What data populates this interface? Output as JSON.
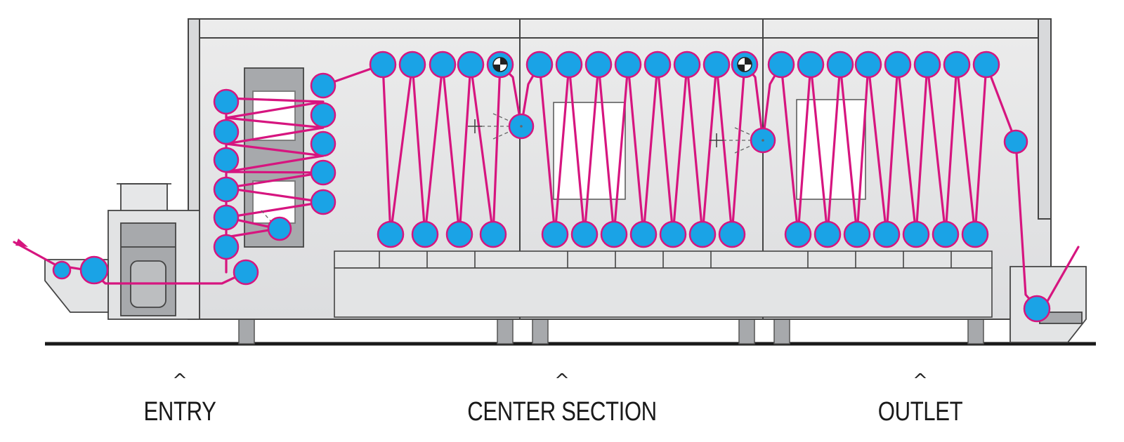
{
  "labels": {
    "entry": "ENTRY",
    "center": "CENTER SECTION",
    "outlet": "OUTLET"
  },
  "marker": "^",
  "colors": {
    "web": "#d6157f",
    "roller": "#1aa3e6",
    "housing": "#e6e7e8",
    "housing_dark": "#a7a9ac",
    "outline": "#444444",
    "floor": "#1a1a1a"
  },
  "icons": {
    "roller": "roller-icon",
    "driven_roller": "driven-roller-icon",
    "dancer_roller": "dancer-roller-icon"
  }
}
